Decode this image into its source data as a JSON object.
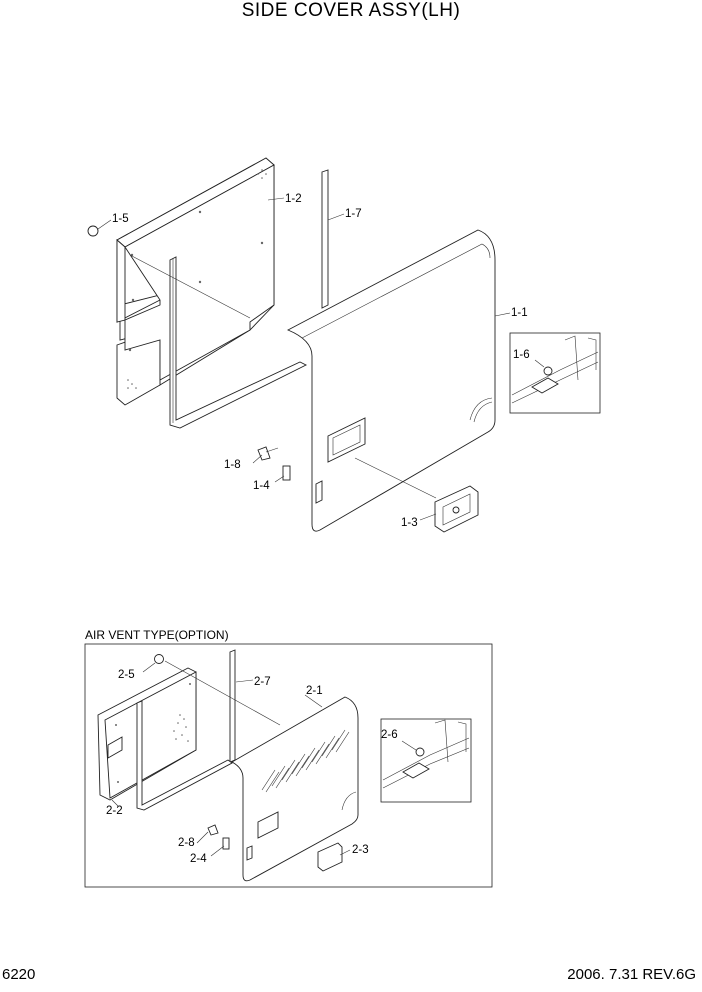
{
  "title": "SIDE COVER ASSY(LH)",
  "subtitle": "AIR VENT TYPE(OPTION)",
  "page_number": "6220",
  "revision": "2006. 7.31  REV.6G",
  "callouts_top": {
    "c1_1": "1-1",
    "c1_2": "1-2",
    "c1_3": "1-3",
    "c1_4": "1-4",
    "c1_5": "1-5",
    "c1_6": "1-6",
    "c1_7": "1-7",
    "c1_8": "1-8"
  },
  "callouts_bottom": {
    "c2_1": "2-1",
    "c2_2": "2-2",
    "c2_3": "2-3",
    "c2_4": "2-4",
    "c2_5": "2-5",
    "c2_6": "2-6",
    "c2_7": "2-7",
    "c2_8": "2-8"
  }
}
